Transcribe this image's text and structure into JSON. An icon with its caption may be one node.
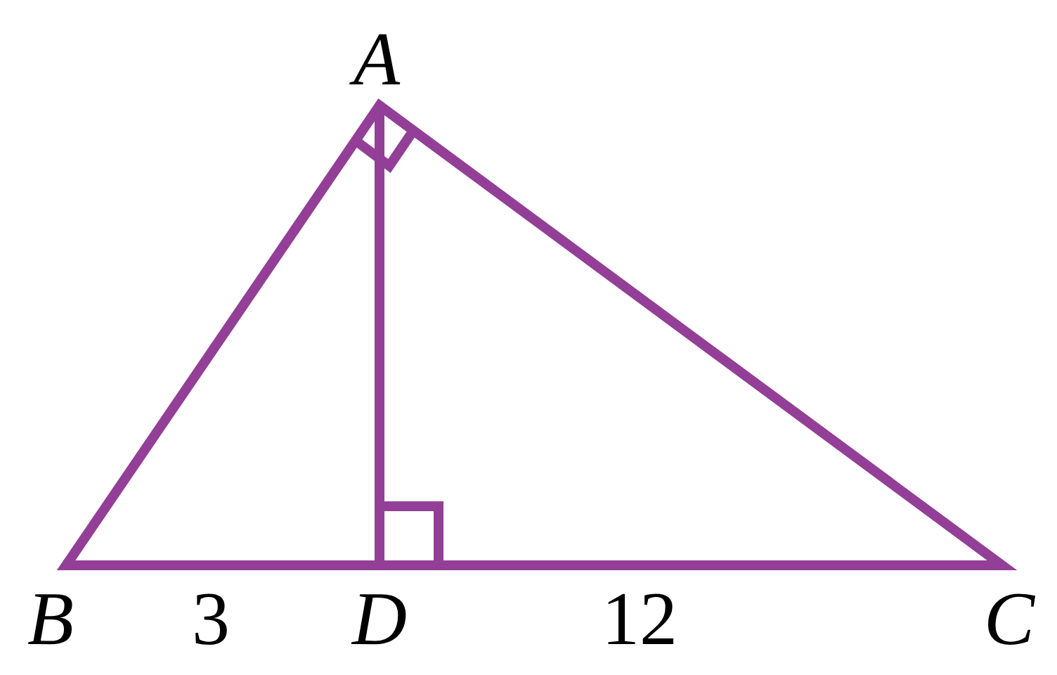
{
  "diagram": {
    "labels": [
      "A",
      "B",
      "3",
      "D",
      "12",
      "C"
    ]
  }
}
